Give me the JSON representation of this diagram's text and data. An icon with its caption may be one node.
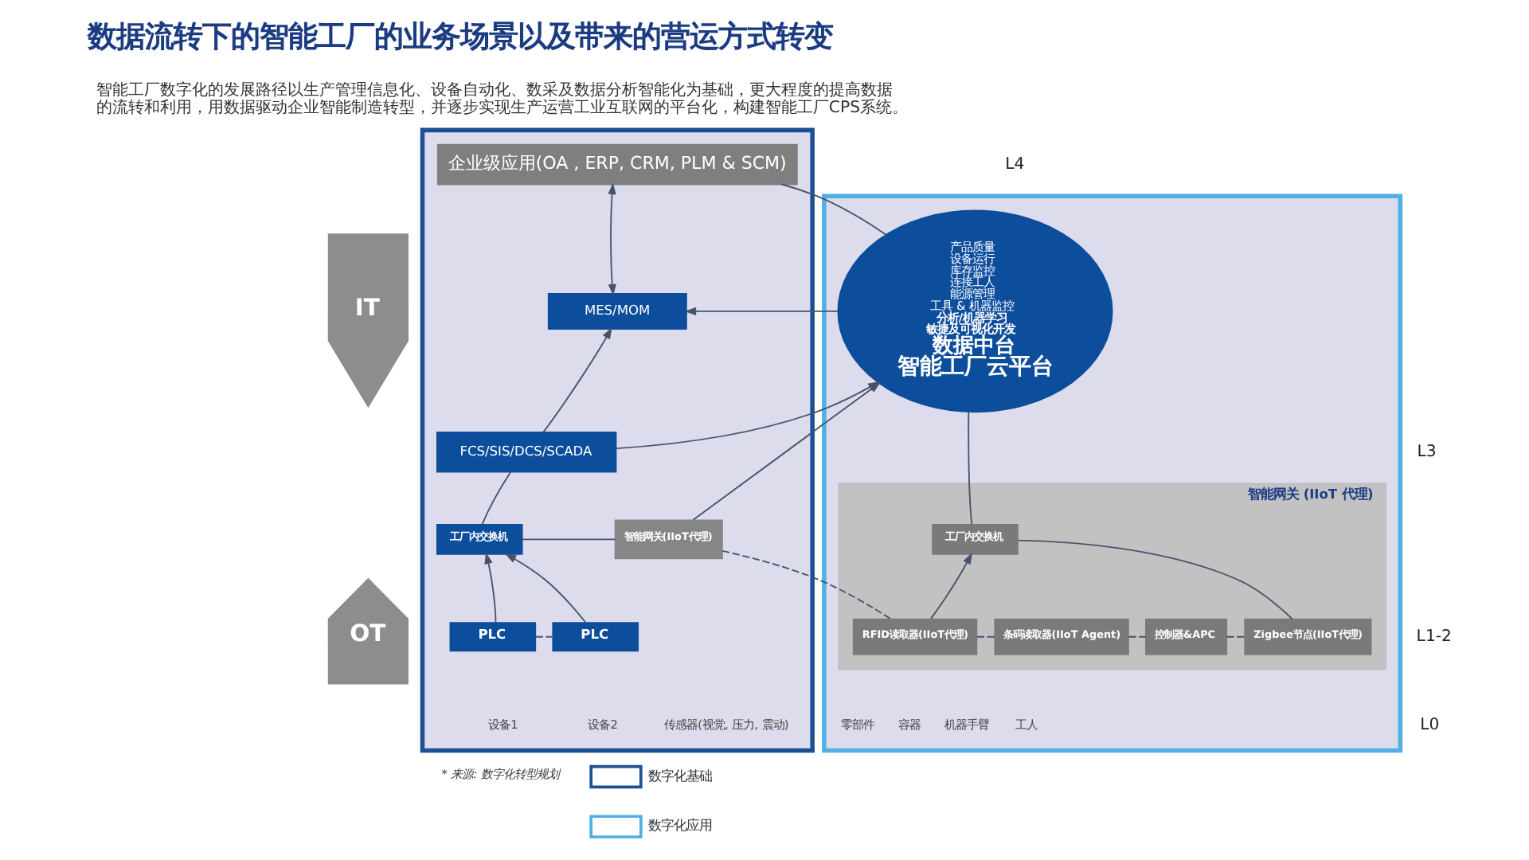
{
  "diagram": {
    "title": "数据流转下的智能工厂的业务场景以及带来的营运方式转变",
    "nodes": [
      {
        "text": [
          "IT"
        ]
      },
      {
        "text": [
          "OT"
        ]
      },
      {
        "text": [],
        "shape": "box"
      },
      {
        "text": [
          "企业级应用(OA , ERP, CRM, PLM & SCM)"
        ],
        "in": 2
      },
      {
        "text": [
          "MES/MOM"
        ],
        "in": 2
      },
      {
        "text": [
          "FCS/SIS/DCS/SCADA"
        ],
        "in": 2
      },
      {
        "text": [
          "工厂内交换机"
        ],
        "in": 2
      },
      {
        "text": [
          "智能网关(IIoT代理)"
        ],
        "in": 2
      },
      {
        "text": [
          "PLC"
        ],
        "in": 2
      },
      {
        "text": [
          "PLC"
        ],
        "in": 2
      },
      {
        "text": [],
        "shape": "box"
      },
      {
        "text": [
          "产品质量",
          "设备运行",
          "库存监控",
          "连接工人",
          "能源管理",
          "工具 & 机器监控",
          "分析/机器学习",
          "敏捷及可视化开发",
          "数据中台",
          "智能工厂云平台"
        ],
        "in": 10
      },
      {
        "text": [
          "智能网关 (IIoT 代理)"
        ],
        "in": 10
      },
      {
        "text": [
          "工厂内交换机"
        ],
        "in": 12
      },
      {
        "text": [
          "RFID读取器(IIoT代理)"
        ],
        "in": 12
      },
      {
        "text": [
          "条码读取器(IIoT Agent)"
        ],
        "in": 12
      },
      {
        "text": [
          "控制器&APC"
        ],
        "in": 12
      },
      {
        "text": [
          "Zigbee节点(IIoT代理)"
        ],
        "in": 12
      }
    ],
    "edges": [
      {
        "from": 3,
        "to": 4,
        "arrow": "both"
      },
      {
        "from": 5,
        "to": 4,
        "arrow": "to"
      },
      {
        "from": 11,
        "to": 4,
        "arrow": "to"
      },
      {
        "from": 5,
        "to": 11,
        "arrow": "to"
      },
      {
        "from": 5,
        "to": 6,
        "arrow": "none"
      },
      {
        "from": 8,
        "to": 6,
        "arrow": "to"
      },
      {
        "from": 9,
        "to": 6,
        "arrow": "to"
      },
      {
        "from": 6,
        "to": 7,
        "arrow": "none"
      },
      {
        "from": 7,
        "to": 11,
        "arrow": "to"
      },
      {
        "from": 3,
        "to": 11,
        "arrow": "none"
      },
      {
        "from": 11,
        "to": 13,
        "arrow": "none"
      },
      {
        "from": 14,
        "to": 13,
        "arrow": "to"
      },
      {
        "from": 13,
        "to": 17,
        "arrow": "none"
      },
      {
        "from": 7,
        "to": 14,
        "arrow": "none",
        "style": "dashed"
      },
      {
        "from": 14,
        "to": 15,
        "arrow": "none",
        "style": "dashed"
      },
      {
        "from": 15,
        "to": 16,
        "arrow": "none",
        "style": "dashed"
      },
      {
        "from": 16,
        "to": 17,
        "arrow": "none",
        "style": "dashed"
      },
      {
        "from": 8,
        "to": 9,
        "arrow": "none",
        "style": "dashed"
      }
    ],
    "labels": [
      "智能工厂数字化的发展路径以生产管理信息化、设备自动化、数采及数据分析智能化为基础，更大程度的提高数据的流转和利用，用数据驱动企业智能制造转型，并逐步实现生产运营工业互联网的平台化，构建智能工厂CPS系统。",
      "L4",
      "L3",
      "L1-2",
      "设备1",
      "设备2",
      "传感器(视觉, 压力, 震动)",
      "零部件",
      "容器",
      "机器手臂",
      "工人",
      "L0",
      "* 来源: 数字化转型规划"
    ],
    "legend": [
      {
        "text": "数字化基础",
        "color": "#1d4f97"
      },
      {
        "text": "数字化应用",
        "color": "#4fb0e6"
      }
    ]
  }
}
